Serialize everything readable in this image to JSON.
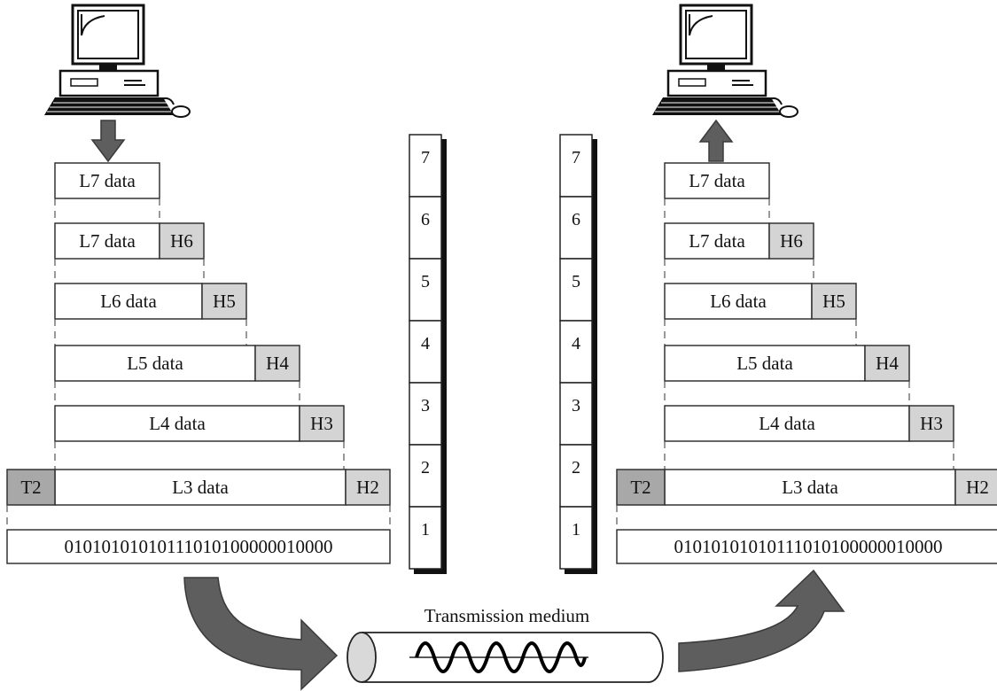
{
  "colors": {
    "header": "#d4d4d4",
    "trailer": "#a8a8a8",
    "arrow": "#5e5e5e"
  },
  "icons": {
    "sender": "desktop-computer-icon",
    "receiver": "desktop-computer-icon"
  },
  "stacks": {
    "left": {
      "layers": [
        "7",
        "6",
        "5",
        "4",
        "3",
        "2",
        "1"
      ]
    },
    "right": {
      "layers": [
        "7",
        "6",
        "5",
        "4",
        "3",
        "2",
        "1"
      ]
    }
  },
  "sender": {
    "rows": [
      {
        "data": "L7 data",
        "header": ""
      },
      {
        "data": "L7 data",
        "header": "H6"
      },
      {
        "data": "L6 data",
        "header": "H5"
      },
      {
        "data": "L5 data",
        "header": "H4"
      },
      {
        "data": "L4 data",
        "header": "H3"
      },
      {
        "data": "L3 data",
        "header": "H2",
        "trailer": "T2"
      }
    ],
    "bits": "01010101010111010100000010000"
  },
  "receiver": {
    "rows": [
      {
        "data": "L7 data",
        "header": ""
      },
      {
        "data": "L7 data",
        "header": "H6"
      },
      {
        "data": "L6 data",
        "header": "H5"
      },
      {
        "data": "L5 data",
        "header": "H4"
      },
      {
        "data": "L4 data",
        "header": "H3"
      },
      {
        "data": "L3 data",
        "header": "H2",
        "trailer": "T2"
      }
    ],
    "bits": "01010101010111010100000010000"
  },
  "medium": {
    "label": "Transmission medium"
  }
}
